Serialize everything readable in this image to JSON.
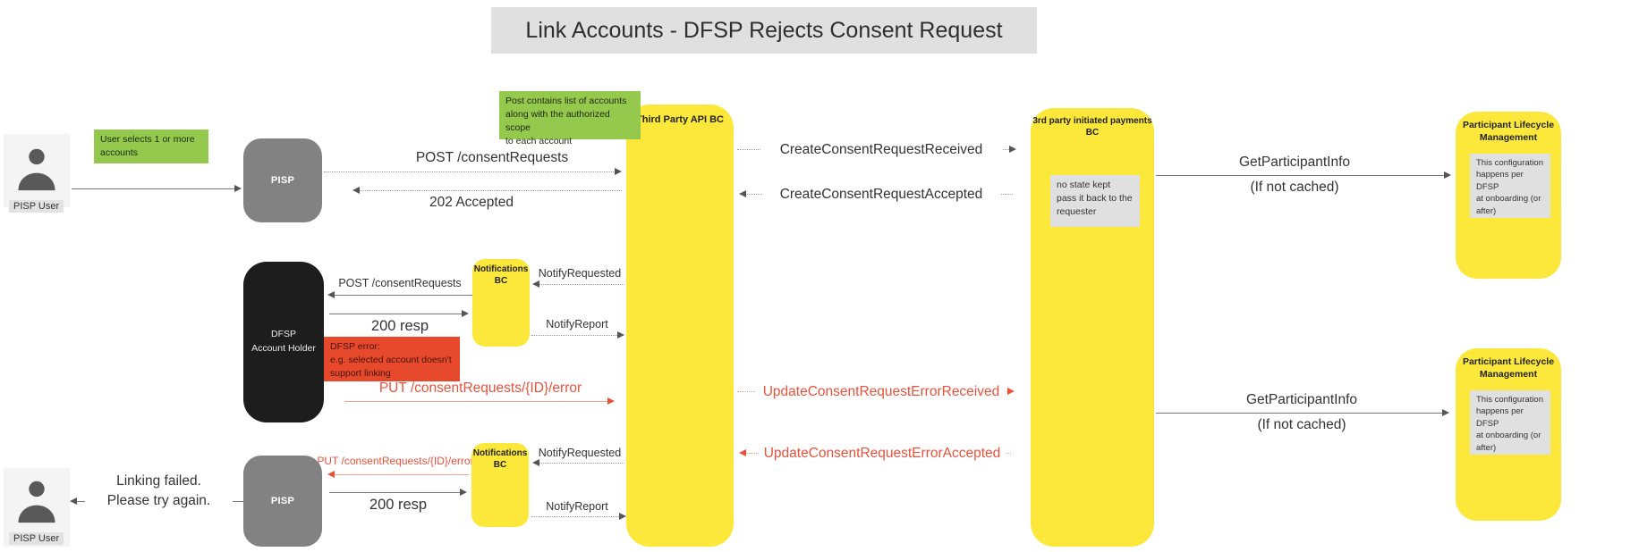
{
  "title": "Link Accounts - DFSP Rejects Consent Request",
  "colors": {
    "yellow": "#FCE83A",
    "green": "#94C94E",
    "red_note_bg": "#E7492C",
    "red_text": "#E8523C",
    "gray_actor": "#828282",
    "black_actor": "#1D1D1D",
    "title_bg": "#E0E0E0",
    "note_gray_bg": "#E0E0E0"
  },
  "actors": {
    "pisp_user_top": {
      "label": "PISP User"
    },
    "pisp_user_bottom": {
      "label": "PISP User"
    },
    "pisp_top": {
      "label": "PISP"
    },
    "pisp_bottom": {
      "label": "PISP"
    },
    "dfsp": {
      "label": "DFSP\nAccount Holder"
    }
  },
  "participants": {
    "third_party_api_bc": {
      "label": "Third Party API BC"
    },
    "third_party_payments_bc": {
      "label": "3rd party initiated payments\nBC"
    },
    "notifications_bc_top": {
      "label": "Notifications\nBC"
    },
    "notifications_bc_bottom": {
      "label": "Notifications\nBC"
    },
    "participant_lifecycle_top": {
      "label": "Participant Lifecycle\nManagement"
    },
    "participant_lifecycle_bottom": {
      "label": "Participant Lifecycle\nManagement"
    }
  },
  "notes": {
    "user_selects": "User selects 1 or more\naccounts",
    "post_contains": "Post contains list of accounts\nalong with the authorized scope\nto each account",
    "no_state": "no state kept\npass it back to the\nrequester",
    "config_top": "This configuration\nhappens per DFSP\nat onboarding (or\nafter)",
    "config_bottom": "This configuration\nhappens per DFSP\nat onboarding (or\nafter)",
    "dfsp_error": "DFSP error:\ne.g. selected account doesn't\nsupport linking"
  },
  "messages": {
    "post_consent_top": "POST /consentRequests",
    "accepted_202": "202 Accepted",
    "create_received": "CreateConsentRequestReceived",
    "create_accepted": "CreateConsentRequestAccepted",
    "get_participant_top": "GetParticipantInfo",
    "if_not_cached_top": "(If not cached)",
    "post_consent_mid": "POST /consentRequests",
    "resp_200_mid": "200 resp",
    "notify_requested_top": "NotifyRequested",
    "notify_report_top": "NotifyReport",
    "put_error_mid": "PUT /consentRequests/{ID}/error",
    "update_err_received": "UpdateConsentRequestErrorReceived",
    "update_err_accepted": "UpdateConsentRequestErrorAccepted",
    "get_participant_bottom": "GetParticipantInfo",
    "if_not_cached_bottom": "(If not cached)",
    "put_error_bottom": "PUT /consentRequests/{ID}/error",
    "resp_200_bottom": "200 resp",
    "notify_requested_bottom": "NotifyRequested",
    "notify_report_bottom": "NotifyReport",
    "linking_failed": "Linking failed.\nPlease try again."
  }
}
